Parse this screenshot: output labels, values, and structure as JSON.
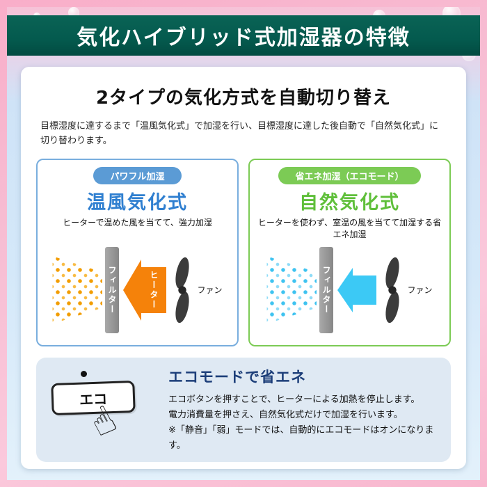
{
  "page": {
    "title": "気化ハイブリッド式加湿器の特徴"
  },
  "main": {
    "heading": "2タイプの気化方式を自動切り替え",
    "description": "目標湿度に達するまで「温風気化式」で加湿を行い、目標湿度に達した後自動で「自然気化式」に切り替わります。"
  },
  "panels": [
    {
      "badge": "パワフル加湿",
      "title": "温風気化式",
      "description": "ヒーターで温めた風を当てて、強力加湿",
      "filter_label": "フィルター",
      "arrow_label": "ヒーター",
      "fan_label": "ファン",
      "accent_color": "#5b9bd5",
      "arrow_color": "#f5820a"
    },
    {
      "badge": "省エネ加湿（エコモード）",
      "title": "自然気化式",
      "description": "ヒーターを使わず、室温の風を当てて加湿する省エネ加湿",
      "filter_label": "フィルター",
      "fan_label": "ファン",
      "accent_color": "#7ccb55",
      "arrow_color": "#3cc9f5"
    }
  ],
  "eco": {
    "heading": "エコモードで省エネ",
    "button_label": "エコ",
    "lines": [
      "エコボタンを押すことで、ヒーターによる加熱を停止します。",
      "電力消費量を押さえ、自然気化式だけで加湿を行います。",
      "※「静音」「弱」モードでは、自動的にエコモードはオンになります。"
    ]
  },
  "icons": {
    "hand_pointer": "☝"
  },
  "colors": {
    "banner_bg": "#045a4e",
    "frame_pink": "#f8b7cf",
    "eco_panel_bg": "#dfe9f3",
    "panel_blue": "#5b9bd5",
    "panel_green": "#7ccb55",
    "heater_orange": "#f5820a",
    "air_cyan": "#3cc9f5"
  }
}
